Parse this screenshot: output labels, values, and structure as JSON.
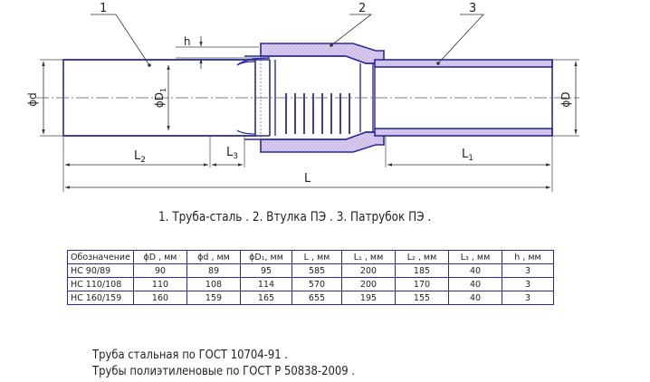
{
  "callouts": [
    "1",
    "2",
    "3"
  ],
  "dims": {
    "h": "h",
    "d": "ϕd",
    "D1": "ϕD",
    "D1_sub": "1",
    "D": "ϕD",
    "L2": "L",
    "L2_sub": "2",
    "L3": "L",
    "L3_sub": "3",
    "L1": "L",
    "L1_sub": "1",
    "L": "L"
  },
  "legend": "1. Труба-сталь .   2. Втулка ПЭ .   3. Патрубок ПЭ .",
  "table": {
    "headers": [
      "Обозначение",
      "ϕD , мм",
      "ϕd , мм",
      "ϕD₁, мм",
      "L , мм",
      "L₁ , мм",
      "L₂ , мм",
      "L₃ , мм",
      "h , мм"
    ],
    "rows": [
      [
        "НС 90/89",
        "90",
        "89",
        "95",
        "585",
        "200",
        "185",
        "40",
        "3"
      ],
      [
        "НС 110/108",
        "110",
        "108",
        "114",
        "570",
        "200",
        "170",
        "40",
        "3"
      ],
      [
        "НС 160/159",
        "160",
        "159",
        "165",
        "655",
        "195",
        "155",
        "40",
        "3"
      ]
    ]
  },
  "notes": [
    "Труба стальная по ГОСТ 10704-91 .",
    "Трубы полиэтиленовые по ГОСТ Р 50838-2009 ."
  ],
  "colors": {
    "line": "#2a2a9a",
    "pe_fill": "#c9c0ee",
    "pe_hatch": "#ff7070",
    "dim": "#333333"
  }
}
